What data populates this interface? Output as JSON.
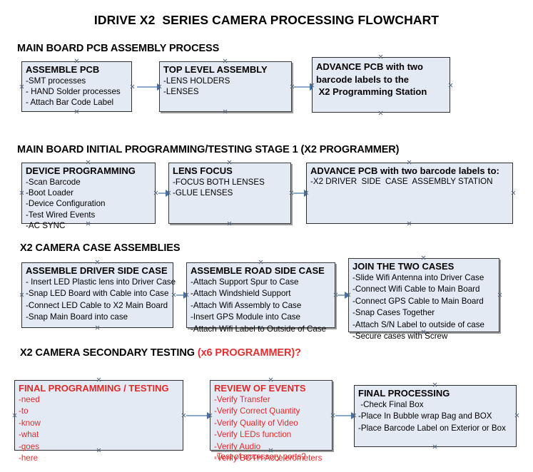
{
  "document": {
    "title": "IDRIVE X2  SERIES CAMERA PROCESSING FLOWCHART"
  },
  "colors": {
    "box_fill": "#e3eaf4",
    "box_border": "#2e2e2e",
    "connector": "#8aa8c8",
    "arrow": "#4472a8",
    "accent_red": "#e02b2b",
    "text": "#000000"
  },
  "sections": [
    {
      "id": "main-board-pcb-assembly-process",
      "header": "MAIN BOARD PCB ASSEMBLY PROCESS",
      "header_accent": "",
      "boxes": [
        {
          "id": "assemble-pcb",
          "title": "ASSEMBLE PCB",
          "title_lines": [
            "ASSEMBLE PCB"
          ],
          "lines": [
            "-SMT processes",
            "- HAND Solder processes",
            "- Attach Bar Code Label"
          ]
        },
        {
          "id": "top-level-assembly",
          "title": "TOP LEVEL ASSEMBLY",
          "title_lines": [
            "TOP LEVEL ASSEMBLY"
          ],
          "lines": [
            "-LENS HOLDERS",
            "-LENSES"
          ]
        },
        {
          "id": "advance-pcb-to-x2-programming-station",
          "title": "",
          "title_lines": [
            "ADVANCE PCB with two",
            "barcode labels to the",
            " X2 Programming Station"
          ],
          "lines": []
        }
      ]
    },
    {
      "id": "main-board-initial-programming-testing-stage-1",
      "header": "MAIN BOARD INITIAL PROGRAMMING/TESTING STAGE 1 (X2 PROGRAMMER)",
      "header_accent": "",
      "boxes": [
        {
          "id": "device-programming",
          "title": "DEVICE PROGRAMMING",
          "title_lines": [
            "DEVICE PROGRAMMING"
          ],
          "lines": [
            "-Scan Barcode",
            "-Boot Loader",
            "-Device Configuration",
            "-Test Wired Events",
            "-AC SYNC"
          ]
        },
        {
          "id": "lens-focus",
          "title": "LENS FOCUS",
          "title_lines": [
            "LENS FOCUS"
          ],
          "lines": [
            "-FOCUS BOTH LENSES",
            "-GLUE LENSES"
          ]
        },
        {
          "id": "advance-pcb-to-driver-side-case-assembly-station",
          "title": "ADVANCE PCB with two barcode labels to:",
          "title_lines": [
            "ADVANCE PCB with two barcode labels to:"
          ],
          "lines": [
            "-X2 DRIVER  SIDE  CASE  ASSEMBLY STATION"
          ]
        }
      ]
    },
    {
      "id": "x2-camera-case-assemblies",
      "header": "X2 CAMERA CASE ASSEMBLIES",
      "header_accent": "",
      "boxes": [
        {
          "id": "assemble-driver-side-case",
          "title": "ASSEMBLE DRIVER SIDE CASE",
          "title_lines": [
            "ASSEMBLE DRIVER SIDE CASE"
          ],
          "lines": [
            "- Insert LED Plastic lens into Driver Case",
            "-Snap LED Board with Cable into Case",
            "-Connect LED Cable to X2 Main Board",
            "-Snap Main Board into case"
          ]
        },
        {
          "id": "assemble-road-side-case",
          "title": "ASSEMBLE ROAD SIDE CASE",
          "title_lines": [
            "ASSEMBLE ROAD SIDE CASE"
          ],
          "lines": [
            "-Attach Support Spur to Case",
            "-Attach Windshield Support",
            "-Attach Wifi Assembly to Case",
            "-Insert GPS Module into Case",
            "-Attach Wifi Label to Outside of Case"
          ]
        },
        {
          "id": "join-the-two-cases",
          "title": "JOIN THE TWO CASES",
          "title_lines": [
            "JOIN THE TWO CASES"
          ],
          "lines": [
            "-Slide Wifi Antenna into Driver Case",
            "-Connect Wifi Cable to Main Board",
            "-Connect GPS Cable to Main Board",
            "-Snap Cases Together",
            "-Attach S/N Label to outside of case",
            "-Secure cases with Screw"
          ]
        }
      ]
    },
    {
      "id": "x2-camera-secondary-testing",
      "header": "X2 CAMERA SECONDARY TESTING ",
      "header_accent": "(x6 PROGRAMMER)?",
      "boxes": [
        {
          "id": "final-programming-testing",
          "title": "FINAL PROGRAMMING / TESTING",
          "title_lines": [
            "FINAL PROGRAMMING / TESTING"
          ],
          "lines": [
            "-need",
            "-to",
            "-know",
            "-what",
            "-goes",
            "-here"
          ]
        },
        {
          "id": "review-of-events",
          "title": "REVIEW OF EVENTS",
          "title_lines": [
            "REVIEW OF EVENTS"
          ],
          "lines": [
            "-Verify Transfer",
            "-Verify Correct Quantity",
            "-Verify Quality of Video",
            "-Verify LEDs function",
            "-Verify Audio",
            "-Verify BOTH Accelerometers"
          ],
          "overflow_line": "-Test of accessory ports?"
        },
        {
          "id": "final-processing",
          "title": "FINAL PROCESSING",
          "title_lines": [
            "FINAL PROCESSING"
          ],
          "lines": [
            " -Check Final Box",
            "-Place In Bubble wrap Bag and BOX",
            "-Place Barcode Label on Exterior or Box"
          ]
        }
      ]
    }
  ],
  "connectors": [
    {
      "id": "conn-assemble-pcb-to-top-level-assembly"
    },
    {
      "id": "conn-top-level-assembly-to-advance-pcb"
    },
    {
      "id": "conn-device-programming-to-lens-focus"
    },
    {
      "id": "conn-lens-focus-to-advance-pcb"
    },
    {
      "id": "conn-driver-side-to-road-side"
    },
    {
      "id": "conn-road-side-to-join-cases"
    },
    {
      "id": "conn-final-programming-to-review-of-events"
    },
    {
      "id": "conn-review-of-events-to-final-processing"
    }
  ]
}
